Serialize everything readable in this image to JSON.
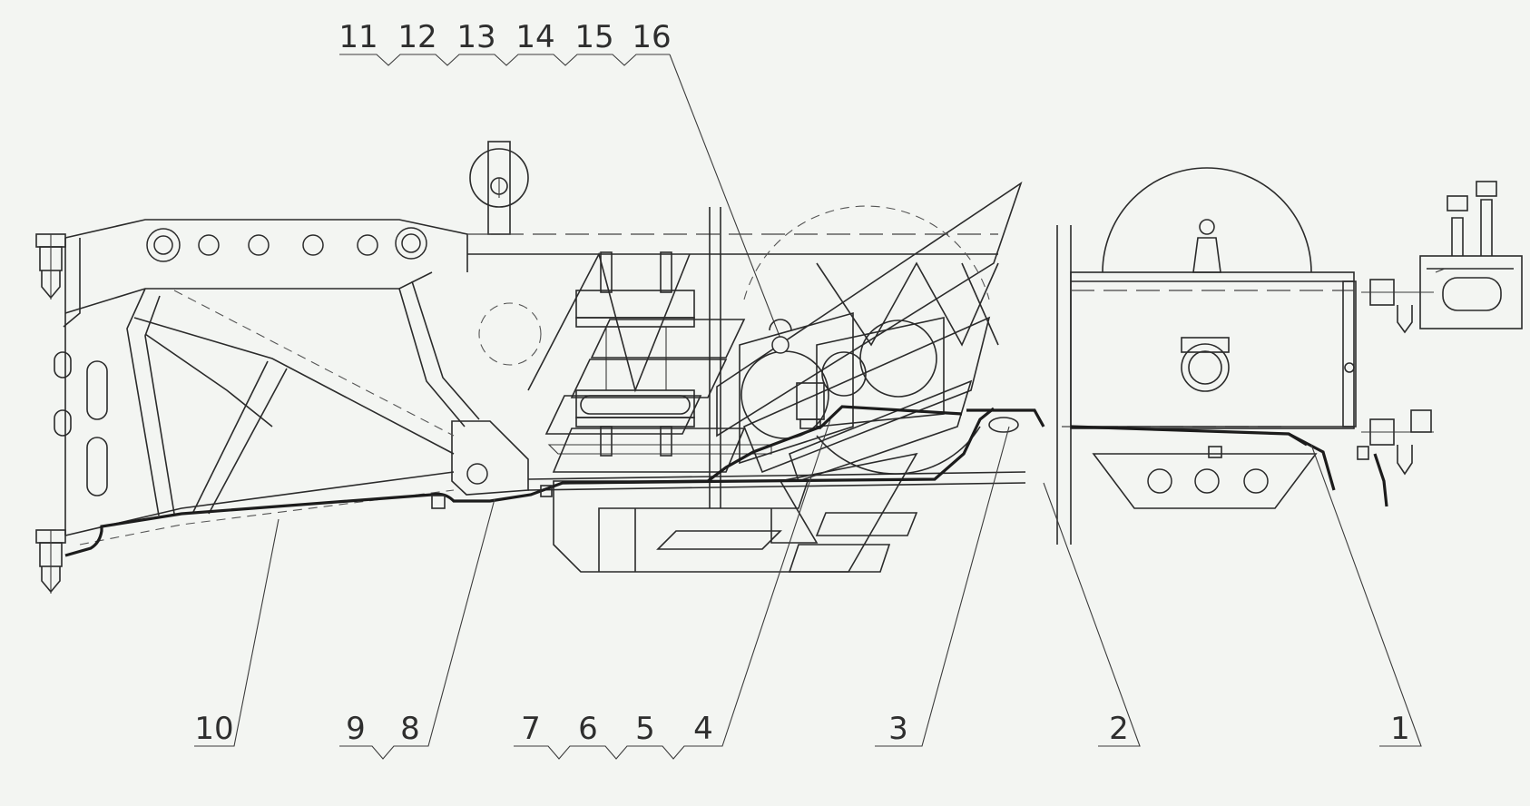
{
  "callouts_top": [
    "11",
    "12",
    "13",
    "14",
    "15",
    "16"
  ],
  "callouts_bottom": [
    "10",
    "9",
    "8",
    "7",
    "6",
    "5",
    "4",
    "3",
    "2",
    "1"
  ],
  "colors": {
    "background": "#f3f5f2",
    "line": "#2b2b2b"
  }
}
